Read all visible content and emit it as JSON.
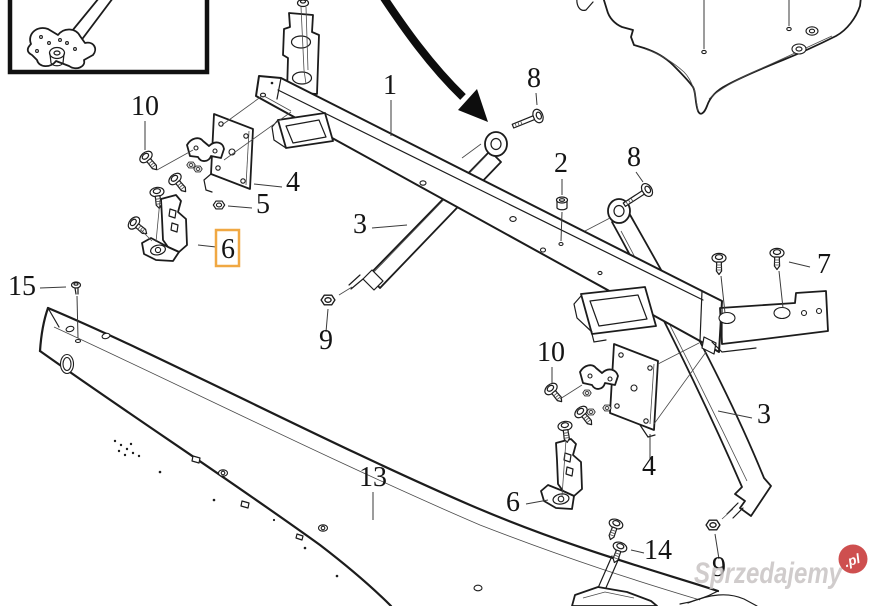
{
  "diagram": {
    "title_hint": "exploded parts diagram",
    "highlight_color": "#f0a843",
    "callouts": [
      {
        "id": "10-left",
        "text": "10",
        "highlighted": false
      },
      {
        "id": "4-left",
        "text": "4",
        "highlighted": false
      },
      {
        "id": "5-left",
        "text": "5",
        "highlighted": false
      },
      {
        "id": "6-left",
        "text": "6",
        "highlighted": true
      },
      {
        "id": "15",
        "text": "15",
        "highlighted": false
      },
      {
        "id": "1",
        "text": "1",
        "highlighted": false
      },
      {
        "id": "8-left",
        "text": "8",
        "highlighted": false
      },
      {
        "id": "2",
        "text": "2",
        "highlighted": false
      },
      {
        "id": "8-right",
        "text": "8",
        "highlighted": false
      },
      {
        "id": "7",
        "text": "7",
        "highlighted": false
      },
      {
        "id": "3-left",
        "text": "3",
        "highlighted": false
      },
      {
        "id": "9-left",
        "text": "9",
        "highlighted": false
      },
      {
        "id": "10-right",
        "text": "10",
        "highlighted": false
      },
      {
        "id": "4-right",
        "text": "4",
        "highlighted": false
      },
      {
        "id": "6-right",
        "text": "6",
        "highlighted": false
      },
      {
        "id": "3-right",
        "text": "3",
        "highlighted": false
      },
      {
        "id": "14",
        "text": "14",
        "highlighted": false
      },
      {
        "id": "9-right",
        "text": "9",
        "highlighted": false
      },
      {
        "id": "13",
        "text": "13",
        "highlighted": false
      }
    ]
  },
  "watermark": {
    "brand": "Sprzedajemy",
    "tld": ".pl",
    "badge_color": "#cb4646",
    "text_color": "#c8c4c4"
  }
}
